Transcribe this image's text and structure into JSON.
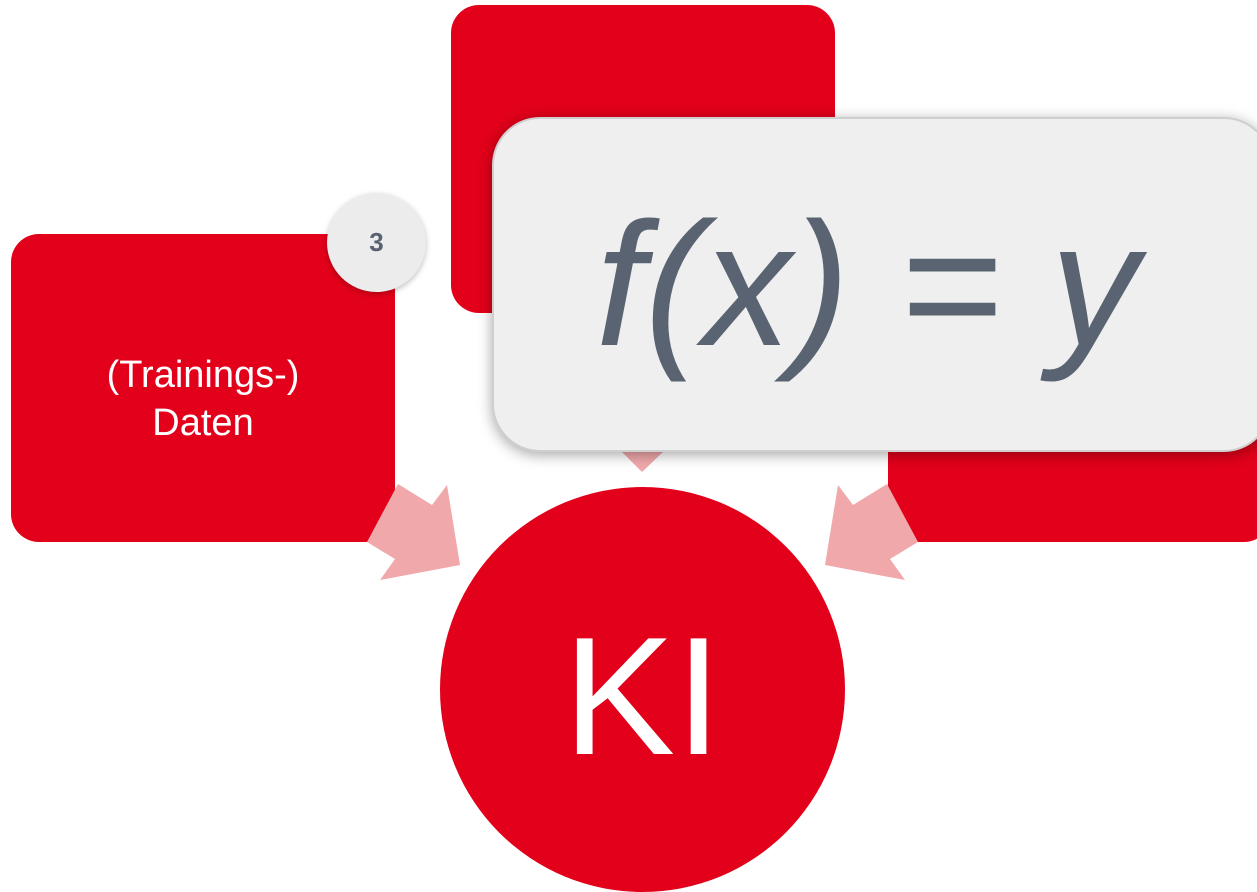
{
  "boxes": {
    "top": {
      "label": ""
    },
    "left": {
      "label": "(Trainings-)\nDaten"
    },
    "right": {
      "label": ""
    }
  },
  "badge": {
    "number": "3"
  },
  "center": {
    "label": "KI"
  },
  "formula": {
    "text": "f(x) = y"
  },
  "colors": {
    "primary_red": "#e2001a",
    "arrow_pink": "#f0a8ab",
    "formula_text": "#596372",
    "card_background": "#efefef"
  }
}
